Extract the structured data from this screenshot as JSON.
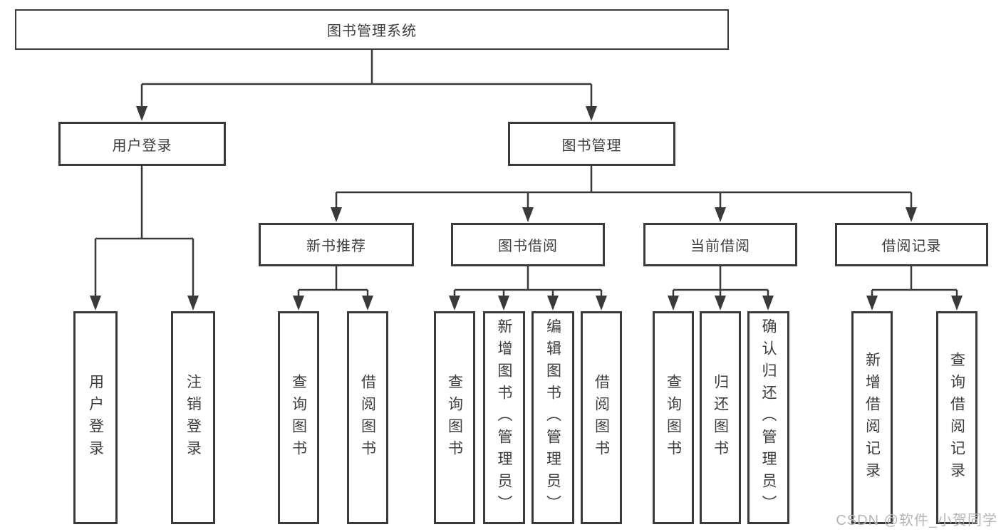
{
  "diagram": {
    "title": "图书管理系统",
    "root": {
      "label": "图书管理系统"
    },
    "level2": [
      {
        "label": "用户登录"
      },
      {
        "label": "图书管理"
      }
    ],
    "level3": [
      {
        "label": "新书推荐"
      },
      {
        "label": "图书借阅"
      },
      {
        "label": "当前借阅"
      },
      {
        "label": "借阅记录"
      }
    ],
    "leaves": [
      {
        "label": "用户登录",
        "parent": "用户登录"
      },
      {
        "label": "注销登录",
        "parent": "用户登录"
      },
      {
        "label": "查询图书",
        "parent": "新书推荐"
      },
      {
        "label": "借阅图书",
        "parent": "新书推荐"
      },
      {
        "label": "查询图书",
        "parent": "图书借阅"
      },
      {
        "label": "新增图书（管理员）",
        "parent": "图书借阅"
      },
      {
        "label": "编辑图书（管理员）",
        "parent": "图书借阅"
      },
      {
        "label": "借阅图书",
        "parent": "图书借阅"
      },
      {
        "label": "查询图书",
        "parent": "当前借阅"
      },
      {
        "label": "归还图书",
        "parent": "当前借阅"
      },
      {
        "label": "确认归还（管理员）",
        "parent": "当前借阅"
      },
      {
        "label": "新增借阅记录",
        "parent": "借阅记录"
      },
      {
        "label": "查询借阅记录",
        "parent": "借阅记录"
      }
    ]
  },
  "watermark": {
    "text": "CSDN @软件_小贺同学",
    "color": "#b5b5b5"
  },
  "colors": {
    "line": "#3a3a3a",
    "text": "#3c3c3c",
    "background": "#ffffff"
  }
}
